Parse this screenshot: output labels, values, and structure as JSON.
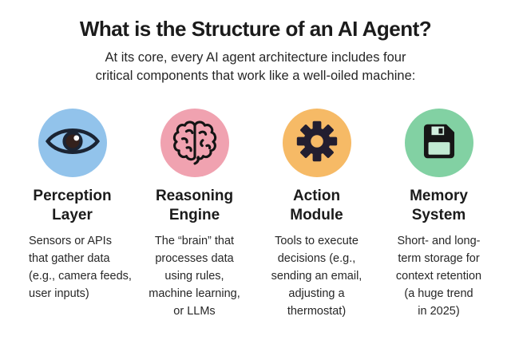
{
  "page": {
    "title": "What is the Structure of an AI Agent?",
    "subtitle": "At its core, every AI agent architecture includes four\ncritical components that work like a well-oiled machine:"
  },
  "columns": [
    {
      "heading": "Perception\nLayer",
      "description": "Sensors or APIs\nthat gather data\n(e.g., camera feeds,\nuser inputs)",
      "icon": "eye-icon",
      "circle_color": "#92c3eb"
    },
    {
      "heading": "Reasoning\nEngine",
      "description": "The “brain” that\nprocesses data\nusing rules,\nmachine learning,\nor LLMs",
      "icon": "brain-icon",
      "circle_color": "#f0a2b0"
    },
    {
      "heading": "Action\nModule",
      "description": "Tools to execute\ndecisions (e.g.,\nsending an email,\nadjusting a\nthermostat)",
      "icon": "gear-icon",
      "circle_color": "#f6ba66"
    },
    {
      "heading": "Memory\nSystem",
      "description": "Short- and long-\nterm storage for\ncontext retention\n(a huge trend\nin 2025)",
      "icon": "floppy-disk-icon",
      "circle_color": "#82d1a3"
    }
  ],
  "colors": {
    "background": "#ffffff",
    "heading_text": "#1b1b1b",
    "body_text": "#272727",
    "circle_blue": "#92c3eb",
    "circle_pink": "#f0a2b0",
    "circle_orange": "#f6ba66",
    "circle_green": "#82d1a3",
    "icon_dark": "#1c1c2a"
  }
}
